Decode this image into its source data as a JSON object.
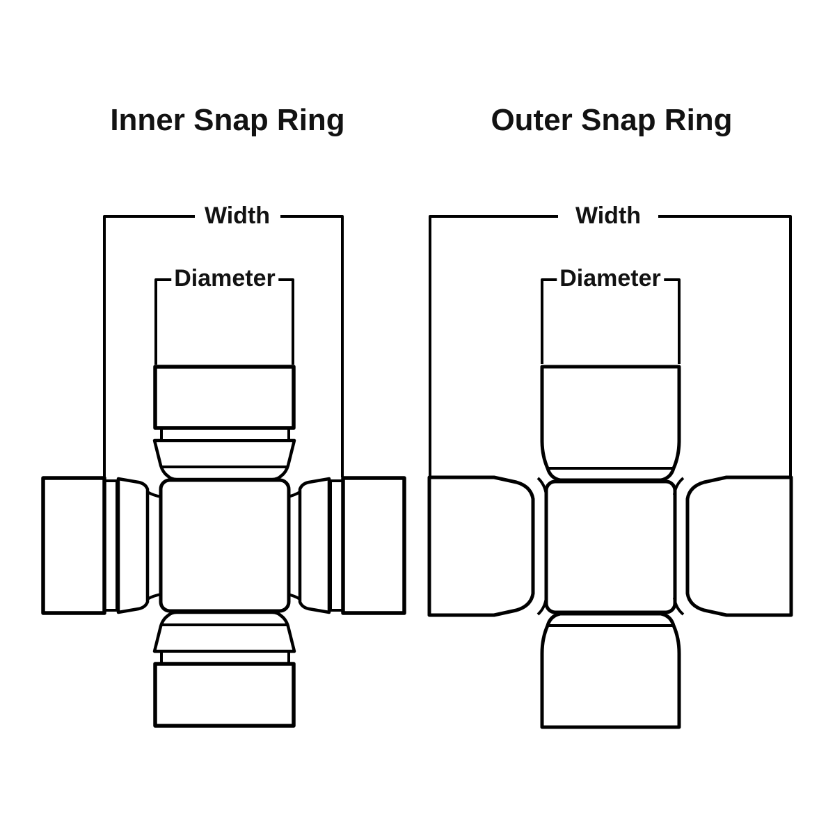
{
  "canvas": {
    "background": "#ffffff",
    "stroke_color": "#000000",
    "text_color": "#121212"
  },
  "figures": {
    "inner": {
      "title": "Inner Snap Ring",
      "width_label": "Width",
      "diameter_label": "Diameter"
    },
    "outer": {
      "title": "Outer Snap Ring",
      "width_label": "Width",
      "diameter_label": "Diameter"
    }
  }
}
